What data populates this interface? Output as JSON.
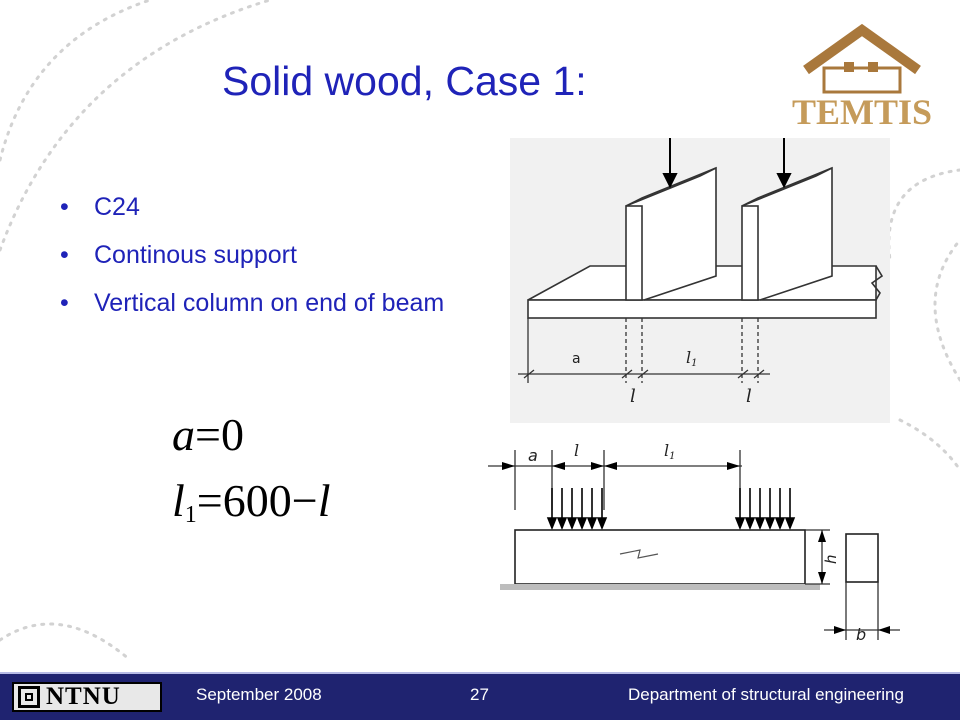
{
  "slide": {
    "title": "Solid wood, Case 1:",
    "bullet_glyph": "•",
    "bullets": [
      "C24",
      "Continous support",
      "Vertical column on end of beam"
    ],
    "equations": {
      "eq1": {
        "lhs": "a",
        "op": "=",
        "rhs": "0"
      },
      "eq2": {
        "lhs": "l",
        "lhs_sub": "1",
        "op": "=",
        "rhs_num": "600",
        "minus": "−",
        "rhs_var": "l"
      }
    }
  },
  "logo": {
    "text": "TEMTIS",
    "house_color": "#a9783c",
    "letter_color": "#c59b5a"
  },
  "figure1": {
    "labels": {
      "a": "a",
      "l1": "l",
      "l1_sub": "1",
      "l_left": "l",
      "l_right": "l"
    }
  },
  "figure2": {
    "labels": {
      "a": "a",
      "l": "l",
      "l1": "l",
      "l1_sub": "1",
      "h": "h",
      "b": "b"
    }
  },
  "footer": {
    "logo_text": "NTNU",
    "date": "September 2008",
    "page": "27",
    "department": "Department of structural engineering",
    "bg_color": "#1f2370"
  },
  "colors": {
    "title": "#1f23b8",
    "text": "#1f23b8"
  }
}
